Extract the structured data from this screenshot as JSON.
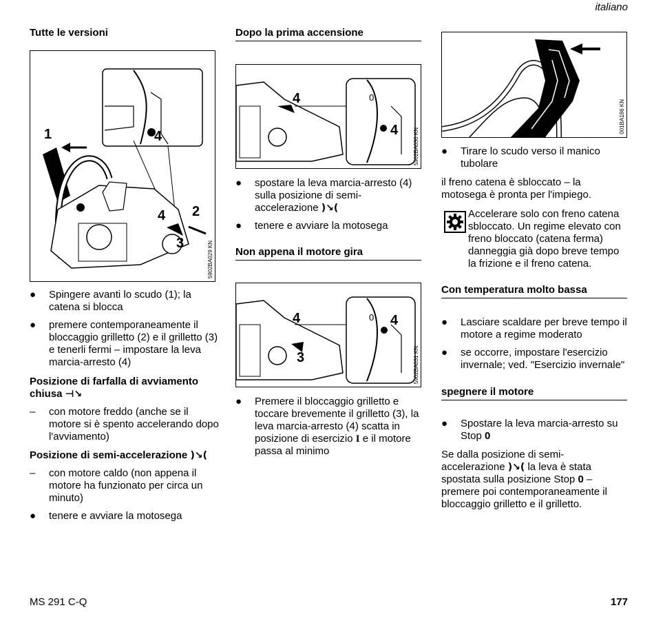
{
  "header": {
    "language": "italiano"
  },
  "col1": {
    "heading": "Tutte le versioni",
    "figure_code": "5902BA029 KN",
    "figure_labels": [
      "1",
      "4",
      "2",
      "4",
      "3"
    ],
    "bullets": [
      "Spingere avanti lo scudo (1); la catena si blocca",
      "premere contemporaneamente il bloccaggio grilletto (2) e il grilletto (3) e tenerli fermi – impostare la leva marcia-arresto (4)"
    ],
    "sub1": {
      "heading_line1": "Posizione di farfalla di avviamento",
      "heading_line2": "chiusa",
      "dash": "–",
      "item": "con motore freddo (anche se il motore si è spento accelerando dopo l'avviamento)"
    },
    "sub2": {
      "heading": "Posizione di semi-accelerazione",
      "dash": "–",
      "item": "con motore caldo (non appena il motore ha funzionato per circa un minuto)",
      "bullet": "tenere e avviare la motosega"
    }
  },
  "col2": {
    "heading1": "Dopo la prima accensione",
    "figure1_code": "5902BA030 KN",
    "figure1_labels": [
      "4",
      "0",
      "4"
    ],
    "bullet1_a": "spostare la leva marcia-arresto (4) sulla posizione di semi-accelerazione",
    "bullet1_b": "tenere e avviare la motosega",
    "heading2": "Non appena il motore gira",
    "figure2_code": "5902BA031 KN",
    "figure2_labels": [
      "4",
      "3",
      "0",
      "4"
    ],
    "bullet2": "Premere il bloccaggio grilletto e toccare brevemente il grilletto (3), la leva marcia-arresto (4) scatta in posizione di esercizio",
    "bullet2_tail": "e il motore passa al minimo",
    "pos_symbol": "I"
  },
  "col3": {
    "figure_code": "001BA186 KN",
    "bullet1": "Tirare lo scudo verso il manico tubolare",
    "para1": "il freno catena è sbloccato – la motosega è pronta per l'impiego.",
    "note": "Accelerare solo con freno catena sbloccato. Un regime elevato con freno bloccato (catena ferma) danneggia già dopo breve tempo la frizione e il freno catena.",
    "heading1": "Con temperatura molto bassa",
    "bullets1": [
      "Lasciare scaldare per breve tempo il motore a regime moderato",
      "se occorre, impostare l'esercizio invernale; ved. \"Esercizio invernale\""
    ],
    "heading2": "spegnere il motore",
    "bullet2": "Spostare la leva marcia-arresto su Stop",
    "bullet2_bold": "0",
    "para2_a": "Se dalla posizione di semi-accelerazione",
    "para2_b": "la leva è stata spostata sulla posizione Stop",
    "para2_bold": "0",
    "para2_c": "– premere poi contemporaneamente il bloccaggio grilletto e il grilletto."
  },
  "footer": {
    "model": "MS 291 C-Q",
    "page": "177"
  }
}
